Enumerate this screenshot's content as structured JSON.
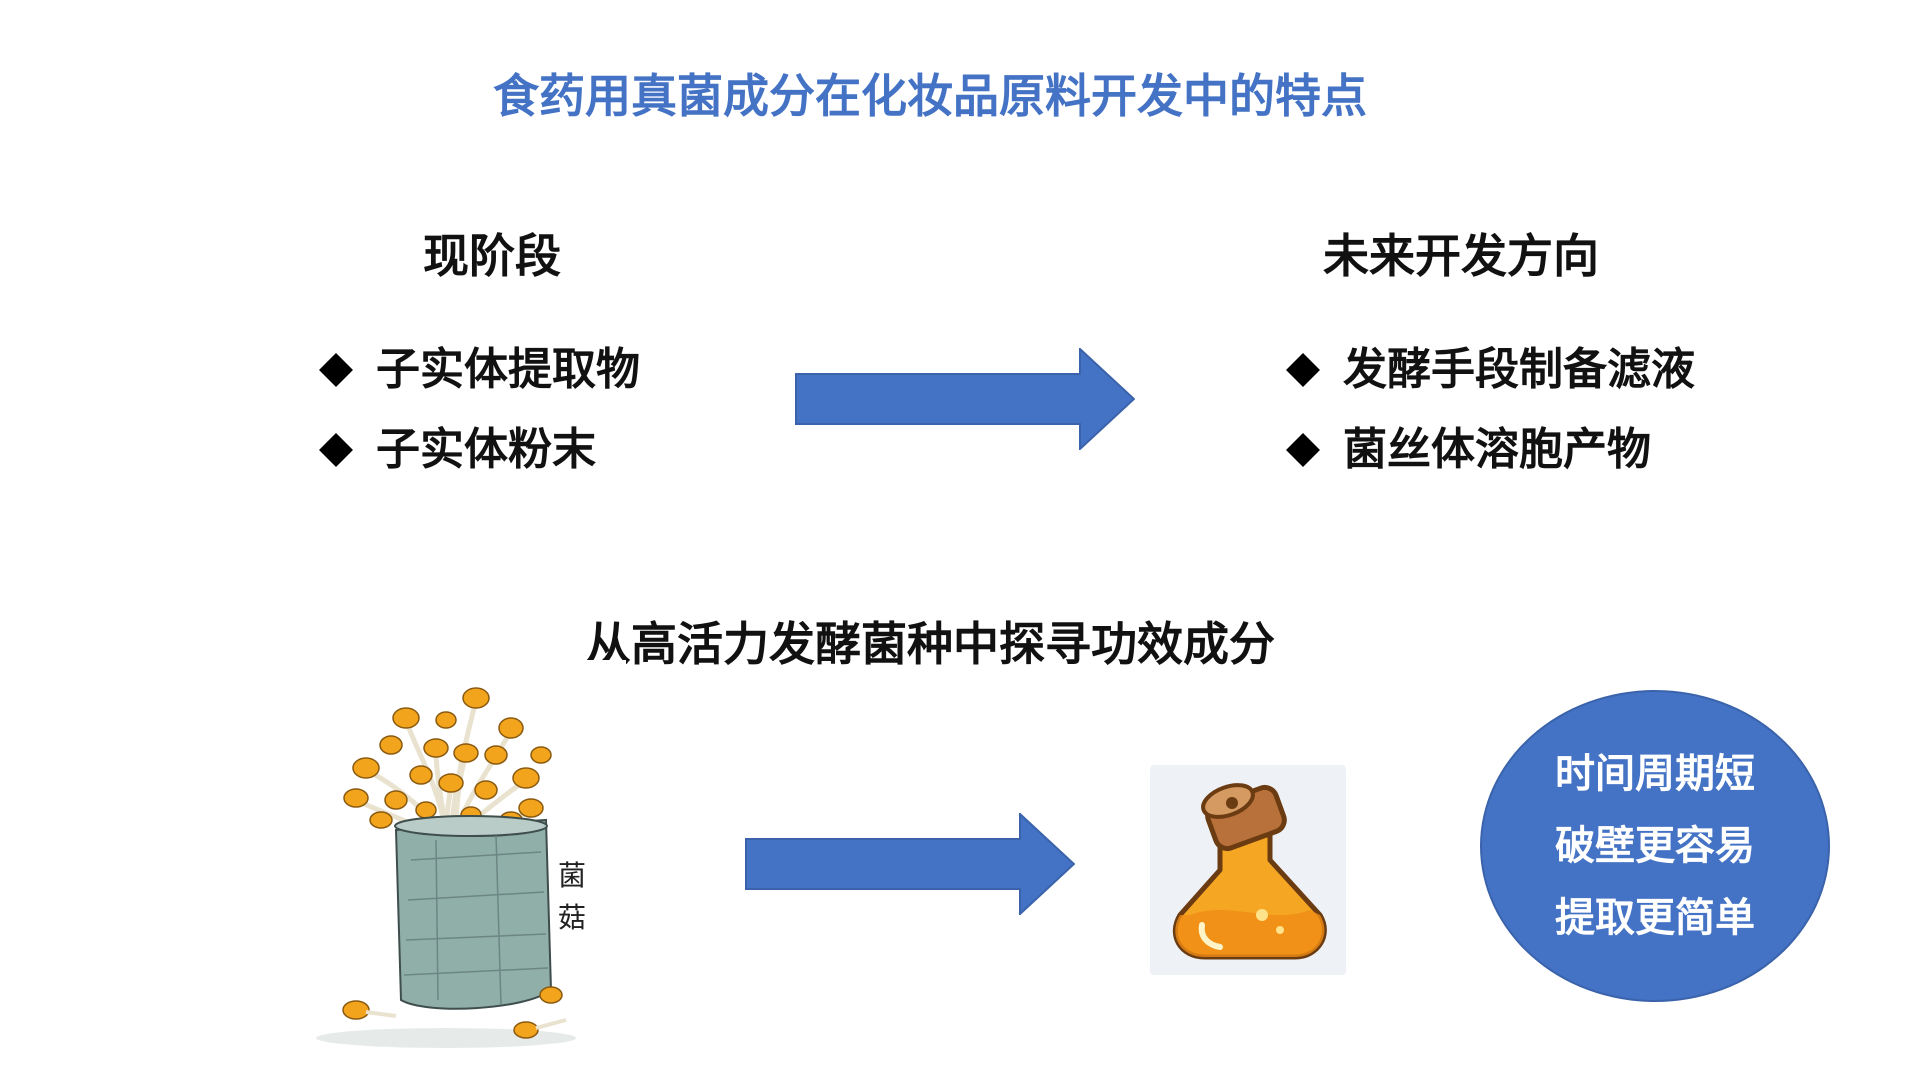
{
  "title": "食药用真菌成分在化妆品原料开发中的特点",
  "current_stage": {
    "heading": "现阶段",
    "items": [
      "子实体提取物",
      "子实体粉末"
    ]
  },
  "future_direction": {
    "heading": "未来开发方向",
    "items": [
      "发酵手段制备滤液",
      "菌丝体溶胞产物"
    ]
  },
  "subheading": "从高活力发酵菌种中探寻功效成分",
  "illustration": {
    "can_label": [
      "菌",
      "菇"
    ]
  },
  "advantages": [
    "时间周期短",
    "破壁更容易",
    "提取更简单"
  ],
  "colors": {
    "accent": "#4472C4",
    "text": "#111111",
    "mushroom_cap": "#F2A51C",
    "can": "#8FAFA8",
    "potion": "#F5A623"
  },
  "icons": [
    "diamond-bullet-icon",
    "arrow-right-icon",
    "mushroom-can-illustration",
    "potion-bottle-icon"
  ]
}
